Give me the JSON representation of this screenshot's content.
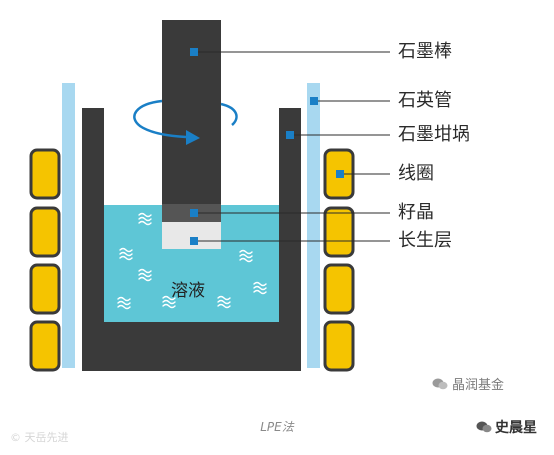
{
  "labels": {
    "graphite_rod": "石墨棒",
    "quartz_tube": "石英管",
    "graphite_crucible": "石墨坩埚",
    "coil": "线圈",
    "seed_crystal": "籽晶",
    "growth_layer": "长生层",
    "solution": "溶液"
  },
  "caption": "LPE法",
  "watermarks": {
    "left": "© 天岳先进",
    "right_top": "晶润基金",
    "right_bottom": "史晨星"
  },
  "colors": {
    "graphite": "#3a3a3a",
    "quartz": "#a8d8f0",
    "coil": "#f5c400",
    "coil_border": "#3a3a3a",
    "solution": "#5ec6d6",
    "seed": "#555555",
    "growth_layer": "#e8e8e8",
    "marker": "#1a7fc6",
    "leader": "#2b2b2b"
  }
}
